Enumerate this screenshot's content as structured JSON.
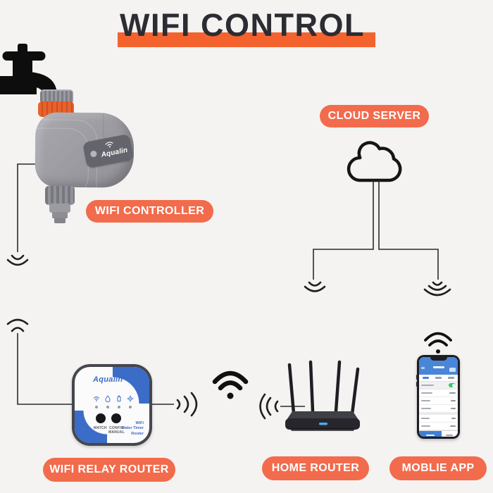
{
  "colors": {
    "background": "#f4f3f1",
    "accent_orange": "#f26b4c",
    "underline_orange": "#f4622e",
    "title_text": "#2c2c33",
    "device_blue": "#3a6cc8",
    "coupler_orange": "#e8622d",
    "toggle_green": "#3ac569",
    "phone_header_blue": "#4a86d8",
    "line_dark": "#2b2b2b"
  },
  "title": {
    "text": "WIFI CONTROL"
  },
  "pills": {
    "wifi_controller": "WIFI CONTROLLER",
    "cloud_server": "CLOUD SERVER",
    "wifi_relay_router": "WIFI RELAY ROUTER",
    "home_router": "HOME ROUTER",
    "mobile_app": "MOBLIE APP"
  },
  "controller": {
    "brand": "Aqualin"
  },
  "relay_router": {
    "brand": "Aqualin",
    "button1_label": "MATCH",
    "button2_label_line1": "CONFIG",
    "button2_label_line2": "MANUAL",
    "model_line1": "WiFi",
    "model_line2": "Water Timer",
    "model_line3": "Router"
  },
  "icons": {
    "faucet": "faucet-icon",
    "cloud": "cloud-icon",
    "center_wifi": "wifi-icon",
    "phone_wifi": "wifi-icon",
    "signal_arcs": "wifi-signal-arcs-icon",
    "relay_status_icons": [
      "wifi-icon",
      "droplet-icon",
      "battery-icon",
      "gear-icon"
    ]
  }
}
